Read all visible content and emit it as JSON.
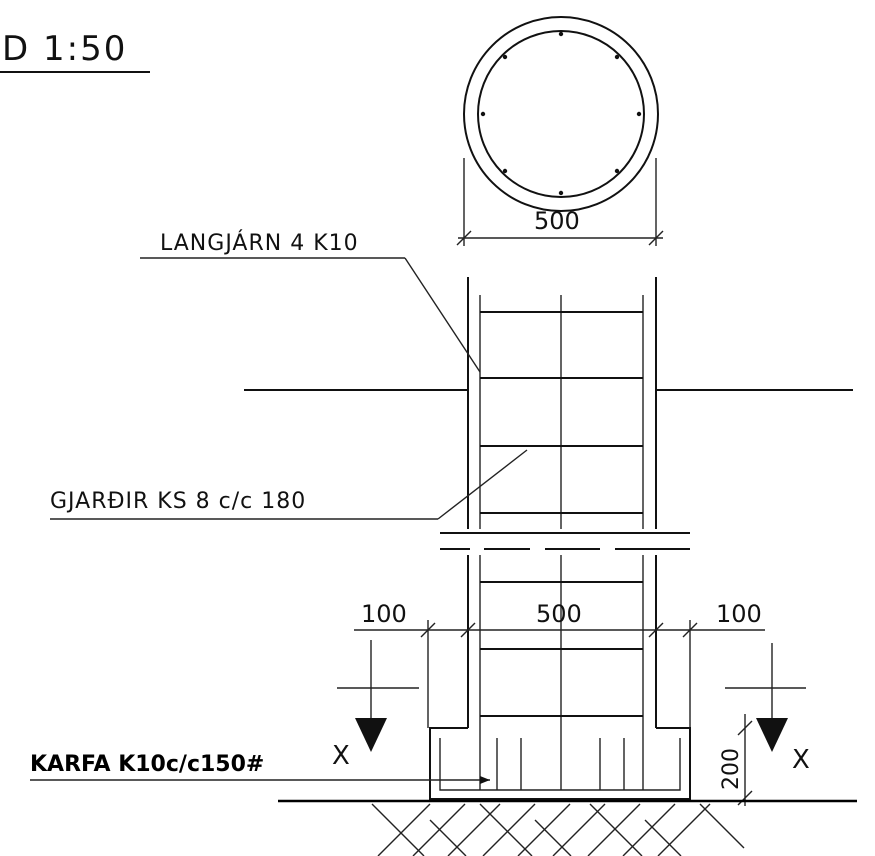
{
  "scale_label": "D 1:50",
  "section_dim": "500",
  "longitudinal_bars": "LANGJÁRN 4 K10",
  "stirrups": "GJARÐIR KS 8 c/c 180",
  "dim_left": "100",
  "dim_mid": "500",
  "dim_right": "100",
  "basket": "KARFA K10c/c150#",
  "section_mark_left": "X",
  "section_mark_right": "X",
  "footing_height": "200"
}
